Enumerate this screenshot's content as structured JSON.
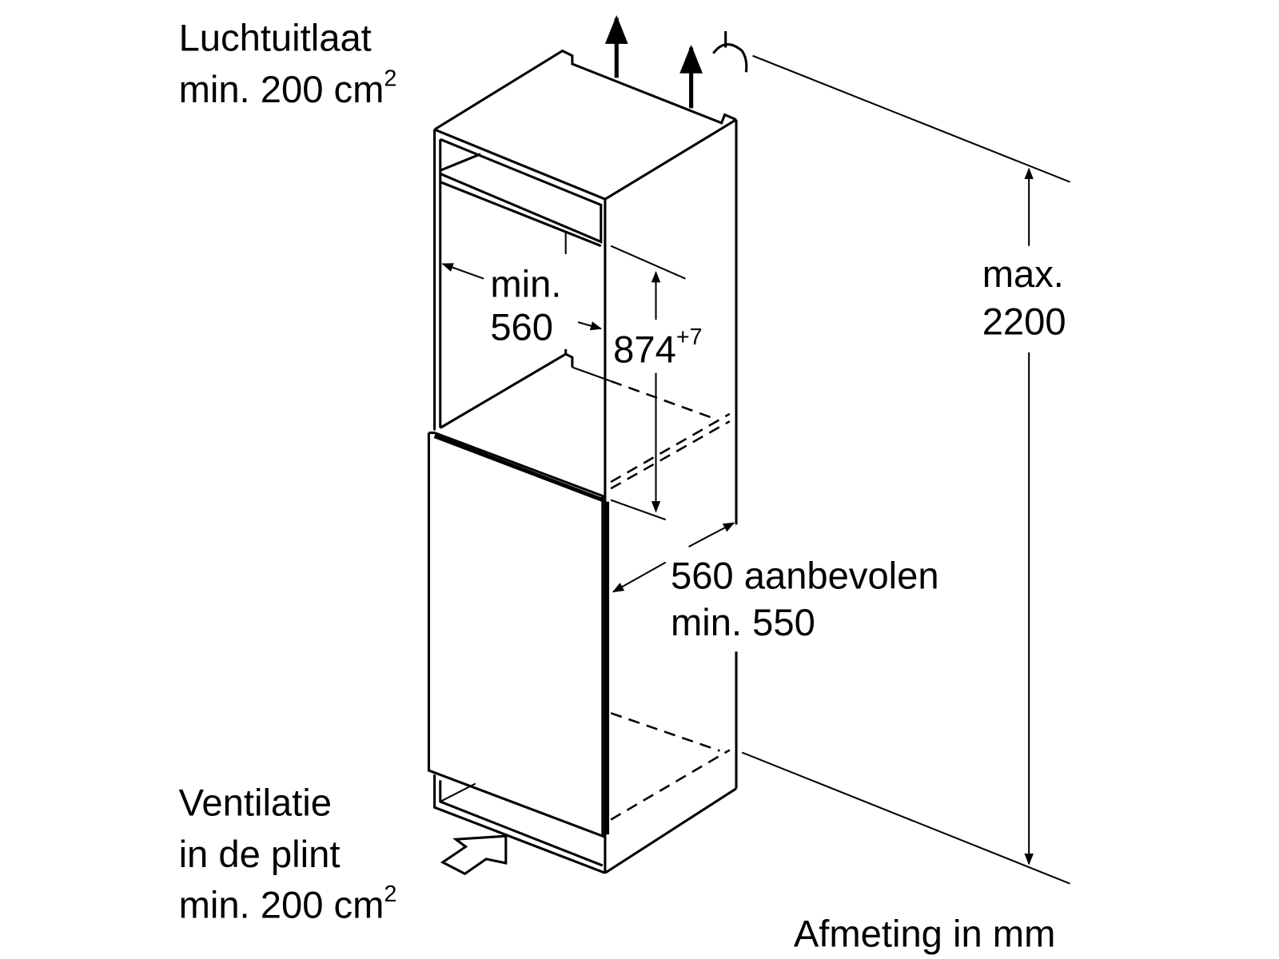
{
  "labels": {
    "air_outlet_title": "Luchtuitlaat",
    "air_outlet_min": "min. 200 cm",
    "air_outlet_unit_exp": "2",
    "ventilation_title": "Ventilatie",
    "ventilation_sub": "in de plint",
    "ventilation_min": "min. 200 cm",
    "ventilation_unit_exp": "2",
    "niche_width_min": "min.",
    "niche_width_value": "560",
    "niche_height_value": "874",
    "niche_height_tolerance": "+7",
    "depth_recommended": "560 aanbevolen",
    "depth_min": "min. 550",
    "max_height_label": "max.",
    "max_height_value": "2200",
    "unit_note": "Afmeting in mm"
  },
  "colors": {
    "stroke": "#000000",
    "background": "#ffffff"
  }
}
